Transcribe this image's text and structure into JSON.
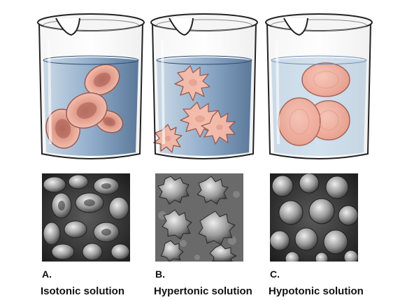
{
  "panels": [
    {
      "letter": "A.",
      "caption": "Isotonic solution"
    },
    {
      "letter": "B.",
      "caption": "Hypertonic solution"
    },
    {
      "letter": "C.",
      "caption": "Hypotonic solution"
    }
  ],
  "colors": {
    "solution": "#5f86b0",
    "cell_fill": "#f1a08c",
    "cell_outline": "#8f2f22",
    "cell_center": "#b5503f"
  }
}
